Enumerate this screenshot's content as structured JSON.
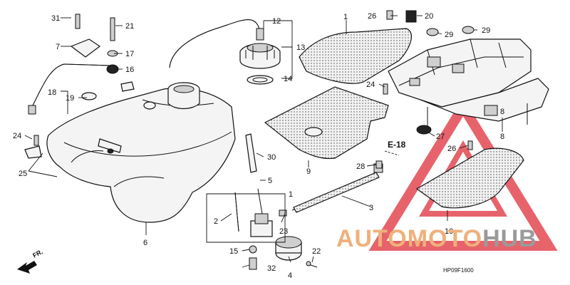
{
  "labels": {
    "c31": "31",
    "c21": "21",
    "c7": "7",
    "c17": "17",
    "c16": "16",
    "c18": "18",
    "c19": "19",
    "c24a": "24",
    "c25": "25",
    "c12": "12",
    "c13": "13",
    "c14": "14",
    "c1a": "1",
    "c26a": "26",
    "c20": "20",
    "c29a": "29",
    "c29b": "29",
    "c24b": "24",
    "c27": "27",
    "c8a": "8",
    "c8b": "8",
    "c26b": "26",
    "c28": "28",
    "c3": "3",
    "c30": "30",
    "c5": "5",
    "c1b": "1",
    "c2": "2",
    "c23": "23",
    "c15": "15",
    "c32": "32",
    "c4": "4",
    "c22": "22",
    "c10": "10",
    "c6": "6",
    "c9": "9"
  },
  "reference": "E-18",
  "front_indicator": "FR.",
  "diagram_code": "HP09F1600",
  "watermark": {
    "part1": "AUTOMOTO",
    "part2": "HUB",
    "accent": "#e0303a",
    "accent_light": "#f0b07a",
    "grey": "#9a9a9a"
  }
}
